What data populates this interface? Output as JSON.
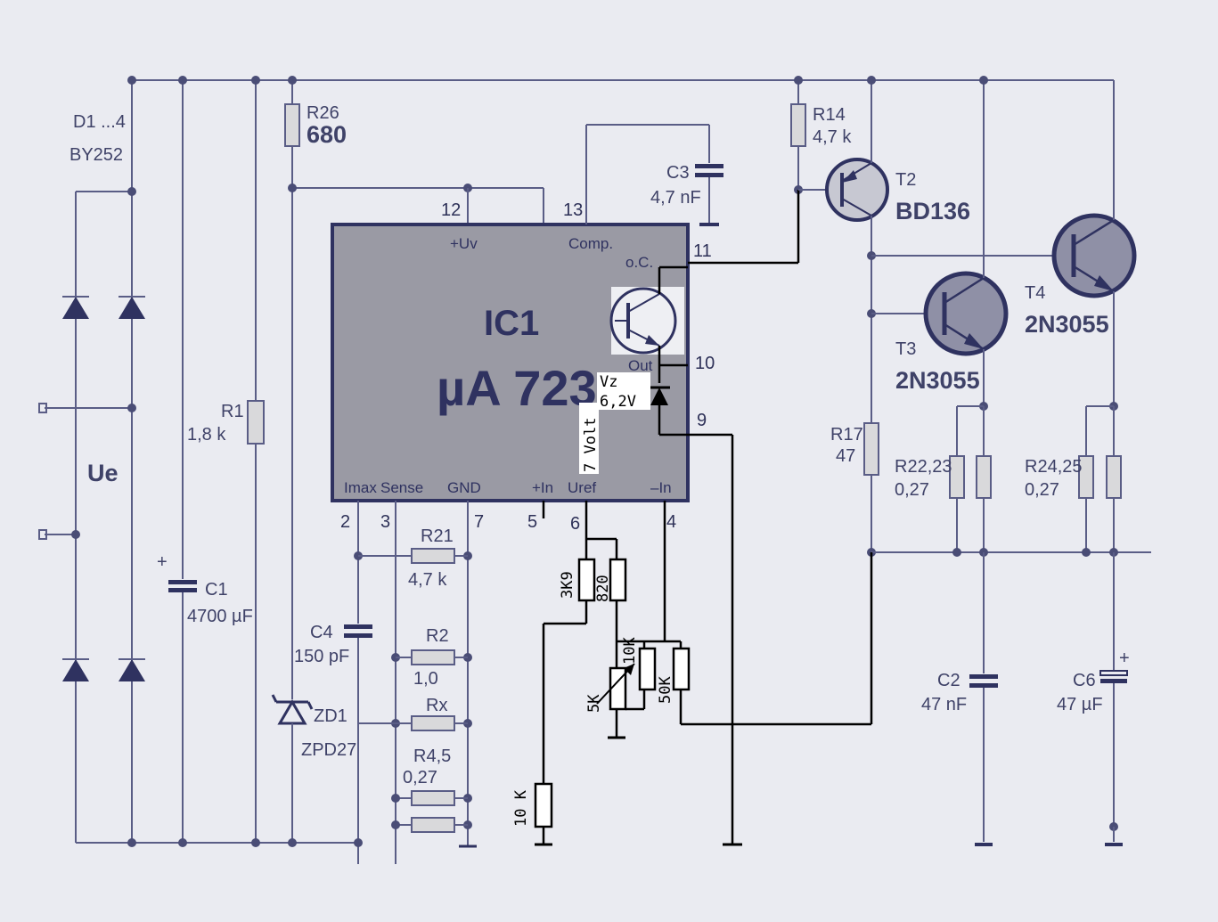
{
  "ic": {
    "name": "IC1",
    "part": "µA 723",
    "pins": {
      "uv": "+Uv",
      "comp": "Comp.",
      "oc": "o.C.",
      "out": "Out",
      "imax": "Imax",
      "sense": "Sense",
      "gnd": "GND",
      "inp": "+In",
      "uref": "Uref",
      "inn": "–In"
    },
    "pin_numbers": {
      "p12": "12",
      "p13": "13",
      "p11": "11",
      "p10": "10",
      "p9": "9",
      "p2": "2",
      "p3": "3",
      "p7": "7",
      "p5": "5",
      "p6": "6",
      "p4": "4"
    }
  },
  "components": {
    "d1": {
      "name": "D1 ...4",
      "value": "BY252"
    },
    "ue": "Ue",
    "c1": {
      "name": "C1",
      "value": "4700 µF",
      "plus": "+"
    },
    "r1": {
      "name": "R1",
      "value": "1,8 k"
    },
    "r26": {
      "name": "R26",
      "value": "680"
    },
    "c3": {
      "name": "C3",
      "value": "4,7 nF"
    },
    "r14": {
      "name": "R14",
      "value": "4,7 k"
    },
    "t2": {
      "name": "T2",
      "value": "BD136"
    },
    "t3": {
      "name": "T3",
      "value": "2N3055"
    },
    "t4": {
      "name": "T4",
      "value": "2N3055"
    },
    "r17": {
      "name": "R17",
      "value": "47"
    },
    "r2223": {
      "name": "R22,23",
      "value": "0,27"
    },
    "r2425": {
      "name": "R24,25",
      "value": "0,27"
    },
    "c2": {
      "name": "C2",
      "value": "47 nF"
    },
    "c6": {
      "name": "C6",
      "value": "47 µF",
      "plus": "+"
    },
    "c4": {
      "name": "C4",
      "value": "150 pF"
    },
    "zd1": {
      "name": "ZD1",
      "value": "ZPD27"
    },
    "r21": {
      "name": "R21",
      "value": "4,7 k"
    },
    "r2": {
      "name": "R2",
      "value": "1,0"
    },
    "rx": {
      "name": "Rx"
    },
    "r45": {
      "name": "R4,5",
      "value": "0,27"
    }
  },
  "annotations": {
    "vz": "Vz",
    "vz_value": "6,2V",
    "volt": "7 Volt",
    "r3k9": "3K9",
    "r820": "820",
    "r10k_trim": "10K",
    "r50k": "50K",
    "pot5k": "5K",
    "r10k": "10 K"
  }
}
